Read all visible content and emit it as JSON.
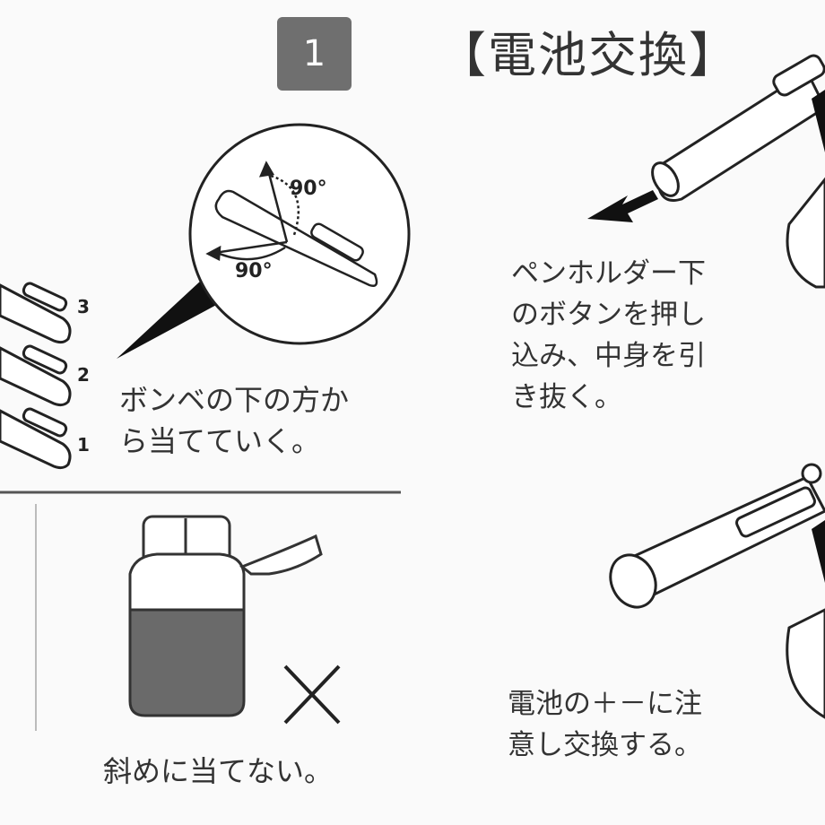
{
  "header": {
    "step_number": "1",
    "title": "【電池交換】"
  },
  "left_top": {
    "angle_label_1": "90°",
    "angle_label_2": "90°",
    "order_labels": [
      "3",
      "2",
      "1"
    ],
    "caption_lines": [
      "ボンベの下の方か",
      "ら当てていく。"
    ]
  },
  "left_bottom": {
    "caption": "斜めに当てない。"
  },
  "right_top": {
    "caption_lines": [
      "ペンホルダー下",
      "のボタンを押し",
      "込み、中身を引",
      "き抜く。"
    ]
  },
  "right_bottom": {
    "caption_lines": [
      "電池の＋－に注",
      "意し交換する。"
    ]
  },
  "colors": {
    "badge": "#6f6f6f",
    "cylinder_fill": "#6a6a6a",
    "line": "#222222"
  }
}
